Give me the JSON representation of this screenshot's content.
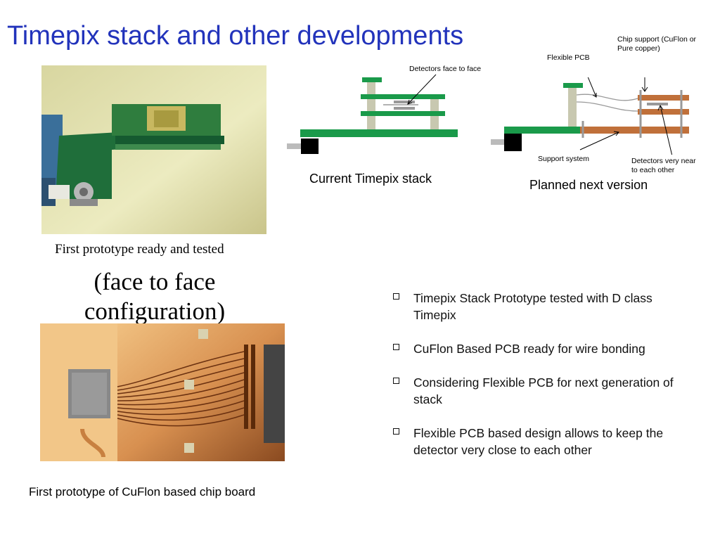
{
  "slide": {
    "title": "Timepix stack and other developments"
  },
  "photos": {
    "prototype_caption": "First prototype ready and tested",
    "prototype_caption_2": "(face to face configuration)",
    "board_caption": "First prototype of CuFlon based chip board"
  },
  "diagrams": {
    "current": {
      "caption": "Current Timepix stack",
      "label_detectors": "Detectors face to face"
    },
    "planned": {
      "caption": "Planned next version",
      "label_chip_support": "Chip support (CuFlon or Pure copper)",
      "label_flexible_pcb": "Flexible PCB",
      "label_support_system": "Support system",
      "label_detectors_near": "Detectors  very near to each other"
    }
  },
  "bullets": [
    "Timepix Stack Prototype tested with D class Timepix",
    "CuFlon Based PCB ready for wire bonding",
    "Considering Flexible PCB for next generation of stack",
    "Flexible PCB based design allows to keep the detector very close to each other"
  ],
  "colors": {
    "title": "#2233bb",
    "pcb_green": "#1a9a4a",
    "copper": "#c0703a"
  }
}
